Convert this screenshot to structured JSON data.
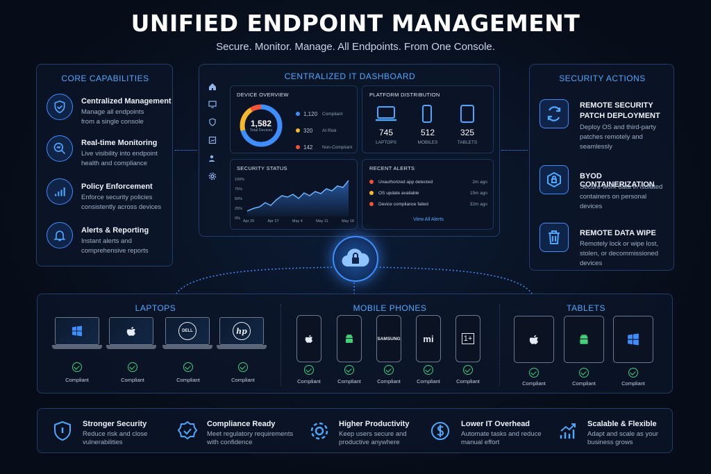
{
  "header": {
    "title": "UNIFIED ENDPOINT MANAGEMENT",
    "subtitle": "Secure. Monitor. Manage. All Endpoints. From One Console."
  },
  "core": {
    "heading": "CORE CAPABILITIES",
    "items": [
      {
        "title": "Centralized Management",
        "desc": [
          "Manage all endpoints",
          "from a single console"
        ],
        "icon": "shield-check-icon"
      },
      {
        "title": "Real-time Monitoring",
        "desc": [
          "Live visibility into endpoint",
          "health and compliance"
        ],
        "icon": "magnifier-chart-icon"
      },
      {
        "title": "Policy Enforcement",
        "desc": [
          "Enforce security policies",
          "consistently across devices"
        ],
        "icon": "bar-chart-icon"
      },
      {
        "title": "Alerts & Reporting",
        "desc": [
          "Instant alerts and",
          "comprehensive reports"
        ],
        "icon": "bell-icon"
      }
    ]
  },
  "dashboard": {
    "heading": "CENTRALIZED IT DASHBOARD",
    "device_overview": {
      "label": "DEVICE OVERVIEW",
      "total": "1,582",
      "total_label": "Total Devices",
      "legend": [
        {
          "value": "1,120",
          "label": "Compliant",
          "color": "#3f8eff"
        },
        {
          "value": "320",
          "label": "At Risk",
          "color": "#f5b82e"
        },
        {
          "value": "142",
          "label": "Non-Compliant",
          "color": "#f0553a"
        }
      ]
    },
    "platform": {
      "label": "PLATFORM DISTRIBUTION",
      "items": [
        {
          "value": "745",
          "label": "LAPTOPS"
        },
        {
          "value": "512",
          "label": "MOBILES"
        },
        {
          "value": "325",
          "label": "TABLETS"
        }
      ]
    },
    "security_status": {
      "label": "SECURITY STATUS",
      "yticks": [
        "100%",
        "75%",
        "50%",
        "25%",
        "0%"
      ],
      "xticks": [
        "Apr 20",
        "Apr 27",
        "May 4",
        "May 11",
        "May 18"
      ]
    },
    "alerts": {
      "label": "RECENT ALERTS",
      "items": [
        {
          "text": "Unauthorized app detected",
          "time": "2m ago"
        },
        {
          "text": "OS update available",
          "time": "15m ago"
        },
        {
          "text": "Device compliance failed",
          "time": "32m ago"
        }
      ],
      "view_all": "View All Alerts"
    }
  },
  "security": {
    "heading": "SECURITY ACTIONS",
    "items": [
      {
        "title": [
          "REMOTE SECURITY",
          "PATCH DEPLOYMENT"
        ],
        "desc": [
          "Deploy OS and third-party",
          "patches remotely and",
          "seamlessly"
        ],
        "icon": "refresh-icon"
      },
      {
        "title": [
          "BYOD CONTAINERIZATION"
        ],
        "desc": [
          "Secure work data in isolated",
          "containers on personal",
          "devices"
        ],
        "icon": "container-lock-icon"
      },
      {
        "title": [
          "REMOTE DATA WIPE"
        ],
        "desc": [
          "Remotely lock or wipe lost,",
          "stolen, or decommissioned",
          "devices"
        ],
        "icon": "trash-icon"
      }
    ]
  },
  "devices": {
    "status": "Compliant",
    "laptops": {
      "heading": "LAPTOPS",
      "items": [
        "windows",
        "apple",
        "DELL",
        "hp"
      ]
    },
    "phones": {
      "heading": "MOBILE PHONES",
      "items": [
        "apple",
        "android",
        "SAMSUNG",
        "mi",
        "1+"
      ]
    },
    "tablets": {
      "heading": "TABLETS",
      "items": [
        "apple",
        "android",
        "windows"
      ]
    }
  },
  "benefits": [
    {
      "title": "Stronger Security",
      "desc": [
        "Reduce risk and close",
        "vulnerabilities"
      ],
      "icon": "shield-icon"
    },
    {
      "title": "Compliance Ready",
      "desc": [
        "Meet regulatory requirements",
        "with confidence"
      ],
      "icon": "badge-check-icon"
    },
    {
      "title": "Higher Productivity",
      "desc": [
        "Keep users secure and",
        "productive anywhere"
      ],
      "icon": "gear-icon"
    },
    {
      "title": "Lower IT Overhead",
      "desc": [
        "Automate tasks and reduce",
        "manual effort"
      ],
      "icon": "dollar-icon"
    },
    {
      "title": "Scalable & Flexible",
      "desc": [
        "Adapt and scale as your",
        "business grows"
      ],
      "icon": "growth-chart-icon"
    }
  ],
  "colors": {
    "accent": "#3f8eff",
    "compliant": "#3fd27a",
    "at_risk": "#f5b82e",
    "non_compliant": "#f0553a"
  }
}
